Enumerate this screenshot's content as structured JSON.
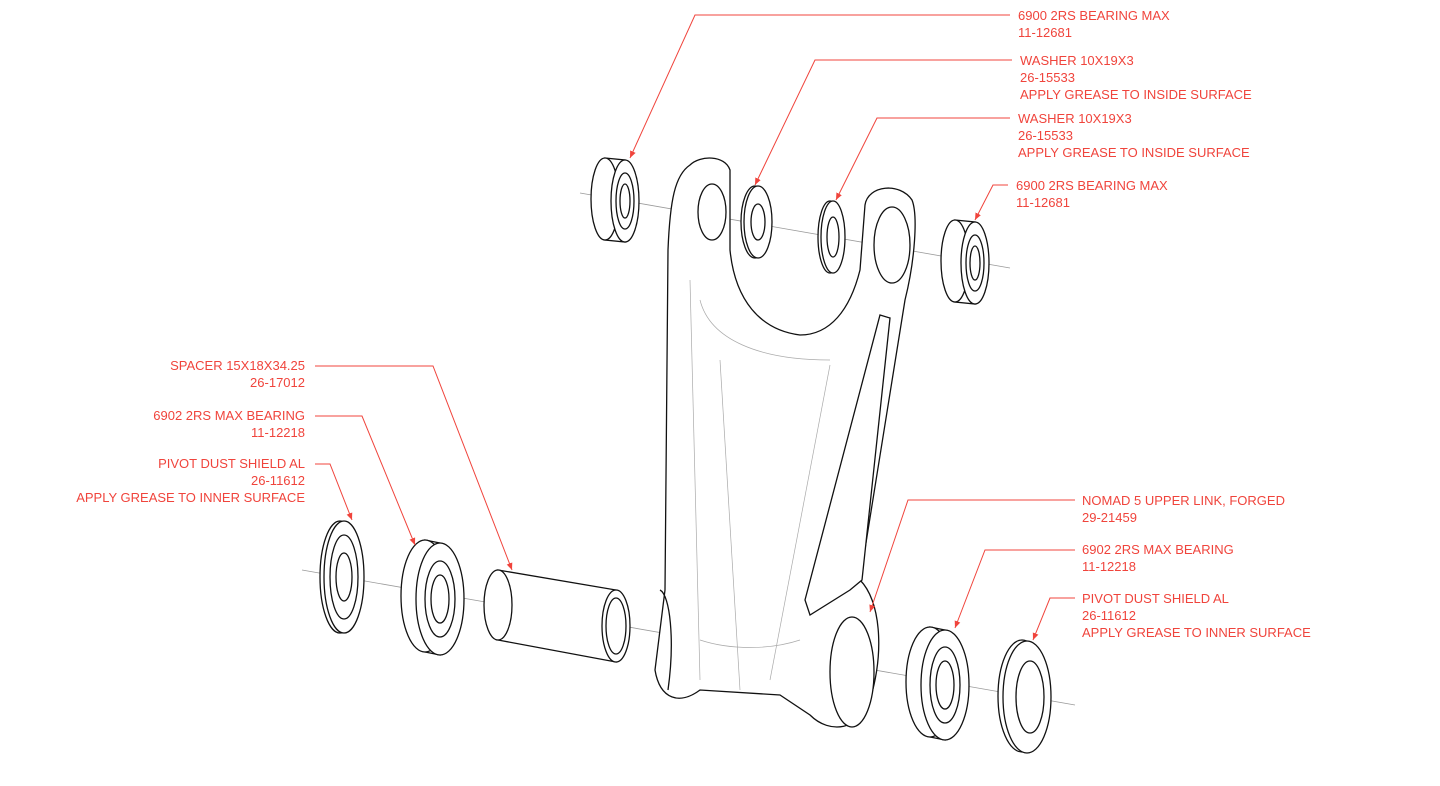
{
  "colors": {
    "callout": "#f0443c",
    "line": "#111111",
    "axis": "#9a9a9a"
  },
  "callouts": [
    {
      "id": "bearing-top-left",
      "lines": [
        "6900 2RS BEARING MAX",
        "11-12681"
      ]
    },
    {
      "id": "washer-1",
      "lines": [
        "WASHER 10X19X3",
        "26-15533",
        "APPLY GREASE TO INSIDE SURFACE"
      ]
    },
    {
      "id": "washer-2",
      "lines": [
        "WASHER 10X19X3",
        "26-15533",
        "APPLY GREASE TO INSIDE SURFACE"
      ]
    },
    {
      "id": "bearing-top-right",
      "lines": [
        "6900 2RS BEARING MAX",
        "11-12681"
      ]
    },
    {
      "id": "spacer",
      "lines": [
        "SPACER 15X18X34.25",
        "26-17012"
      ]
    },
    {
      "id": "bearing-bottom-left",
      "lines": [
        "6902 2RS MAX BEARING",
        "11-12218"
      ]
    },
    {
      "id": "dust-shield-left",
      "lines": [
        "PIVOT DUST SHIELD AL",
        "26-11612",
        "APPLY GREASE TO INNER SURFACE"
      ]
    },
    {
      "id": "upper-link",
      "lines": [
        "NOMAD 5 UPPER LINK, FORGED",
        "29-21459"
      ]
    },
    {
      "id": "bearing-bottom-right",
      "lines": [
        "6902 2RS MAX BEARING",
        "11-12218"
      ]
    },
    {
      "id": "dust-shield-right",
      "lines": [
        "PIVOT DUST SHIELD AL",
        "26-11612",
        "APPLY GREASE TO INNER SURFACE"
      ]
    }
  ]
}
